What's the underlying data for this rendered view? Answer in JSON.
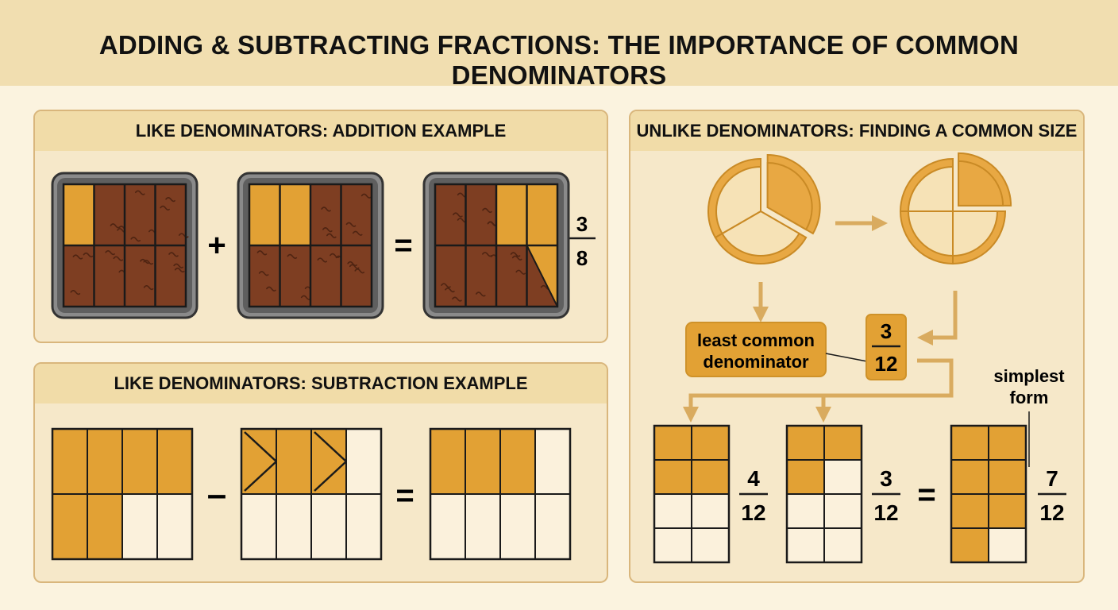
{
  "title": "ADDING & SUBTRACTING FRACTIONS: THE IMPORTANCE OF COMMON DENOMINATORS",
  "panels": {
    "like_add": {
      "title": "LIKE DENOMINATORS: ADDITION EXAMPLE",
      "op_plus": "+",
      "op_equals": "=",
      "result": {
        "numerator": "3",
        "denominator": "8"
      },
      "grids": [
        {
          "name": "brownie-pan-1-of-8",
          "rows": 2,
          "cols": 4,
          "shaded": [
            [
              0,
              0
            ]
          ]
        },
        {
          "name": "brownie-pan-2-of-8",
          "rows": 2,
          "cols": 4,
          "shaded": [
            [
              0,
              0
            ],
            [
              0,
              1
            ]
          ]
        },
        {
          "name": "brownie-pan-3-of-8",
          "rows": 2,
          "cols": 4,
          "shaded": [
            [
              0,
              2
            ],
            [
              0,
              3
            ]
          ],
          "half_shaded": [
            [
              1,
              3
            ]
          ]
        }
      ]
    },
    "like_sub": {
      "title": "LIKE DENOMINATORS: SUBTRACTION EXAMPLE",
      "op_minus": "–",
      "op_equals": "=",
      "grids": [
        {
          "name": "grid-6-of-8",
          "rows": 2,
          "cols": 4,
          "shaded": [
            [
              0,
              0
            ],
            [
              0,
              1
            ],
            [
              0,
              2
            ],
            [
              0,
              3
            ],
            [
              1,
              0
            ],
            [
              1,
              1
            ]
          ]
        },
        {
          "name": "grid-crossed",
          "rows": 2,
          "cols": 4,
          "shaded": [
            [
              0,
              0
            ],
            [
              0,
              1
            ],
            [
              0,
              2
            ]
          ],
          "crossed": [
            [
              0,
              0
            ],
            [
              0,
              2
            ]
          ]
        },
        {
          "name": "grid-3-of-8",
          "rows": 2,
          "cols": 4,
          "shaded": [
            [
              0,
              0
            ],
            [
              0,
              1
            ],
            [
              0,
              2
            ]
          ]
        }
      ]
    },
    "unlike": {
      "title": "UNLIKE DENOMINATORS: FINDING A COMMON SIZE",
      "lcd_label_line1": "least common",
      "lcd_label_line2": "denominator",
      "highlight_fraction": {
        "numerator": "3",
        "denominator": "12"
      },
      "simplest_line1": "simplest",
      "simplest_line2": "form",
      "op_equals": "=",
      "pies": [
        {
          "name": "pie-thirds",
          "slices": 3,
          "shaded_slices": 1
        },
        {
          "name": "pie-quarters",
          "slices": 4,
          "shaded_slices": 1
        }
      ],
      "grids": [
        {
          "name": "grid-4-of-12",
          "rows": 4,
          "cols": 2,
          "shaded": [
            [
              0,
              0
            ],
            [
              0,
              1
            ],
            [
              1,
              0
            ],
            [
              1,
              1
            ]
          ]
        },
        {
          "name": "grid-3-of-12",
          "rows": 4,
          "cols": 2,
          "shaded": [
            [
              0,
              0
            ],
            [
              0,
              1
            ],
            [
              1,
              0
            ]
          ]
        },
        {
          "name": "grid-7-of-12",
          "rows": 4,
          "cols": 2,
          "shaded": [
            [
              0,
              0
            ],
            [
              0,
              1
            ],
            [
              1,
              0
            ],
            [
              1,
              1
            ],
            [
              2,
              0
            ],
            [
              2,
              1
            ],
            [
              3,
              0
            ]
          ]
        }
      ],
      "fractions": [
        {
          "numerator": "4",
          "denominator": "12"
        },
        {
          "numerator": "3",
          "denominator": "12"
        },
        {
          "numerator": "7",
          "denominator": "12"
        }
      ]
    }
  },
  "colors": {
    "shaded": "#e2a134",
    "unshaded": "#fbf1dc",
    "brownie": "#7e3e22",
    "pan": "#6d6d6d",
    "line": "#1a1a1a"
  }
}
